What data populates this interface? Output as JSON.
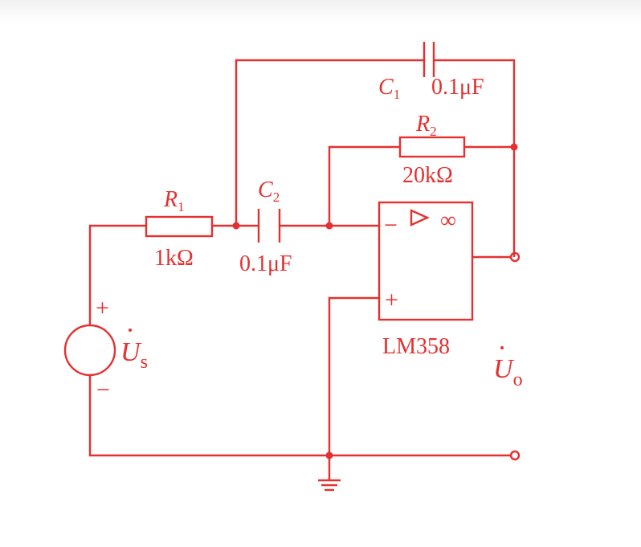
{
  "colors": {
    "circuit": "#e53030",
    "background": "#ffffff"
  },
  "components": {
    "C1": {
      "symbol": "C",
      "sub": "1",
      "value": "0.1μF"
    },
    "R2": {
      "symbol": "R",
      "sub": "2",
      "value": "20kΩ"
    },
    "R1": {
      "symbol": "R",
      "sub": "1",
      "value": "1kΩ"
    },
    "C2": {
      "symbol": "C",
      "sub": "2",
      "value": "0.1μF"
    },
    "opamp": {
      "part": "LM358",
      "inv": "−",
      "noninv": "+",
      "gain": "∞"
    },
    "source": {
      "symbol": "U",
      "sub": "s",
      "plus": "+",
      "minus": "−"
    },
    "output": {
      "symbol": "U",
      "sub": "o"
    }
  },
  "icons": [
    "ground-icon",
    "opamp-triangle-icon",
    "voltage-source-icon"
  ]
}
